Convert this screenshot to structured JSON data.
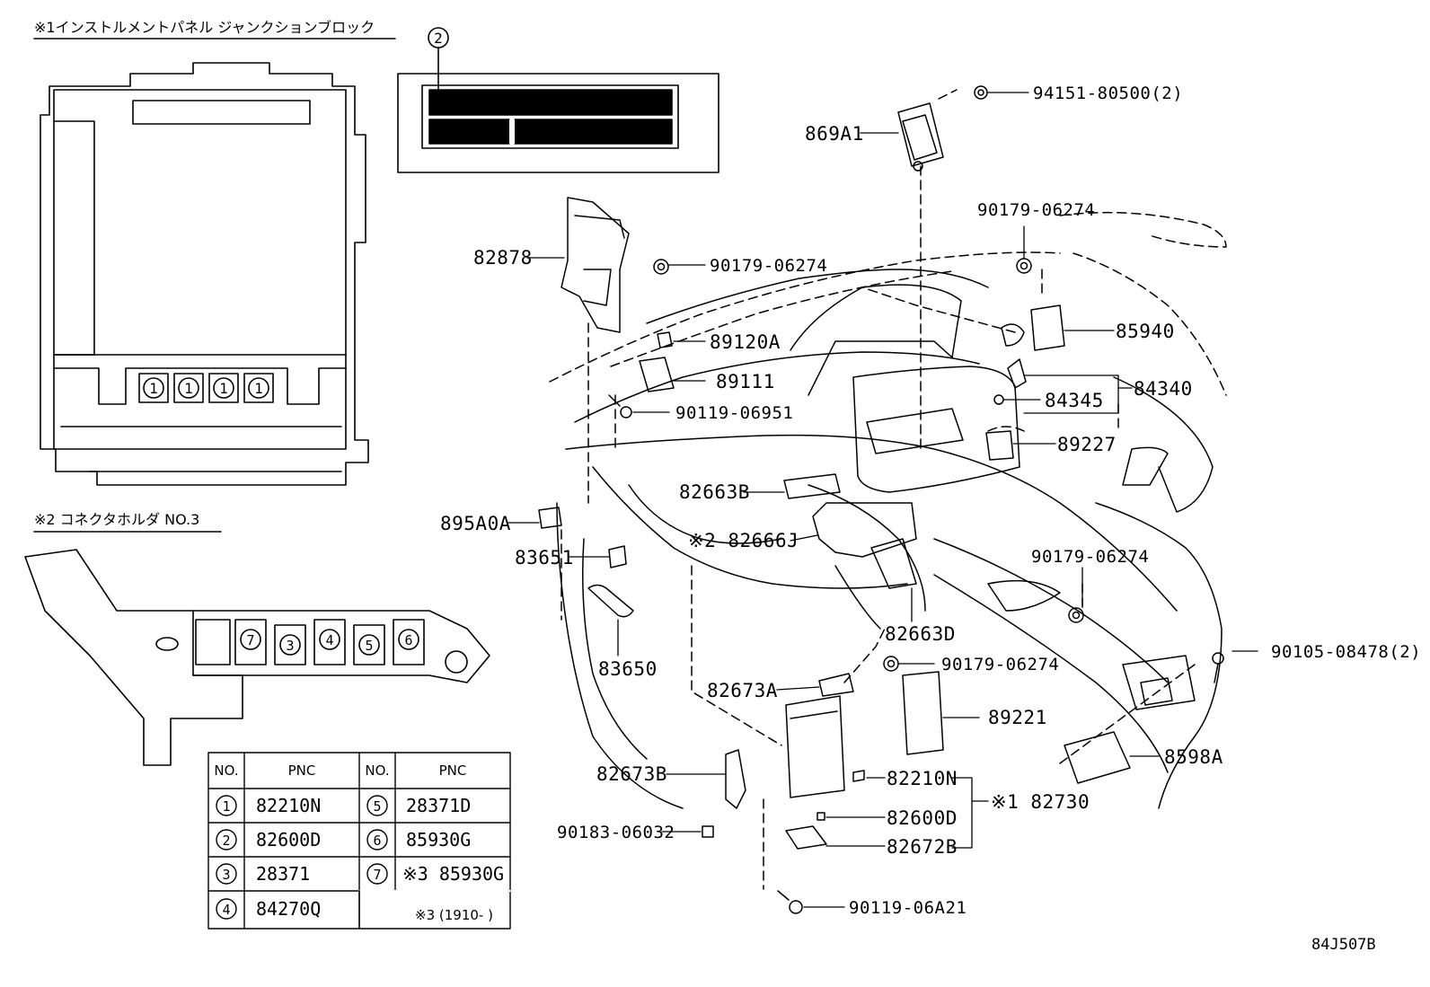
{
  "inset1": {
    "title": "※1インストルメントパネル  ジャンクションブロック"
  },
  "inset2": {
    "title": "※2  コネクタホルダ NO.3"
  },
  "callout_numbers": [
    "1",
    "2",
    "3",
    "4",
    "5",
    "6",
    "7"
  ],
  "part_labels": {
    "p94151": "94151-80500(2)",
    "p869A1": "869A1",
    "p90179a": "90179-06274",
    "p90179b": "90179-06274",
    "p82878": "82878",
    "p89120A": "89120A",
    "p85940": "85940",
    "p89111": "89111",
    "p84340": "84340",
    "p84345": "84345",
    "p90119a": "90119-06951",
    "p89227": "89227",
    "p82663B": "82663B",
    "p895A0A": "895A0A",
    "p82666J": "※2 82666J",
    "p83651": "83651",
    "p90179c": "90179-06274",
    "p82663D": "82663D",
    "p90105": "90105-08478(2)",
    "p83650": "83650",
    "p90179d": "90179-06274",
    "p82673A": "82673A",
    "p89221": "89221",
    "p8598A": "8598A",
    "p82673B": "82673B",
    "p82210N": "82210N",
    "p82730": "※1 82730",
    "p82600D": "82600D",
    "p90183": "90183-06032",
    "p82672B": "82672B",
    "p90119b": "90119-06A21"
  },
  "table": {
    "headers": [
      "NO.",
      "PNC",
      "NO.",
      "PNC"
    ],
    "left_rows": [
      {
        "no": "1",
        "pnc": "82210N"
      },
      {
        "no": "2",
        "pnc": "82600D"
      },
      {
        "no": "3",
        "pnc": "28371"
      },
      {
        "no": "4",
        "pnc": "84270Q"
      }
    ],
    "right_rows": [
      {
        "no": "5",
        "pnc": "28371D"
      },
      {
        "no": "6",
        "pnc": "85930G"
      },
      {
        "no": "7",
        "pnc": "※3 85930G"
      }
    ],
    "note": "※3 (1910-      )"
  },
  "figure_id": "84J507B"
}
